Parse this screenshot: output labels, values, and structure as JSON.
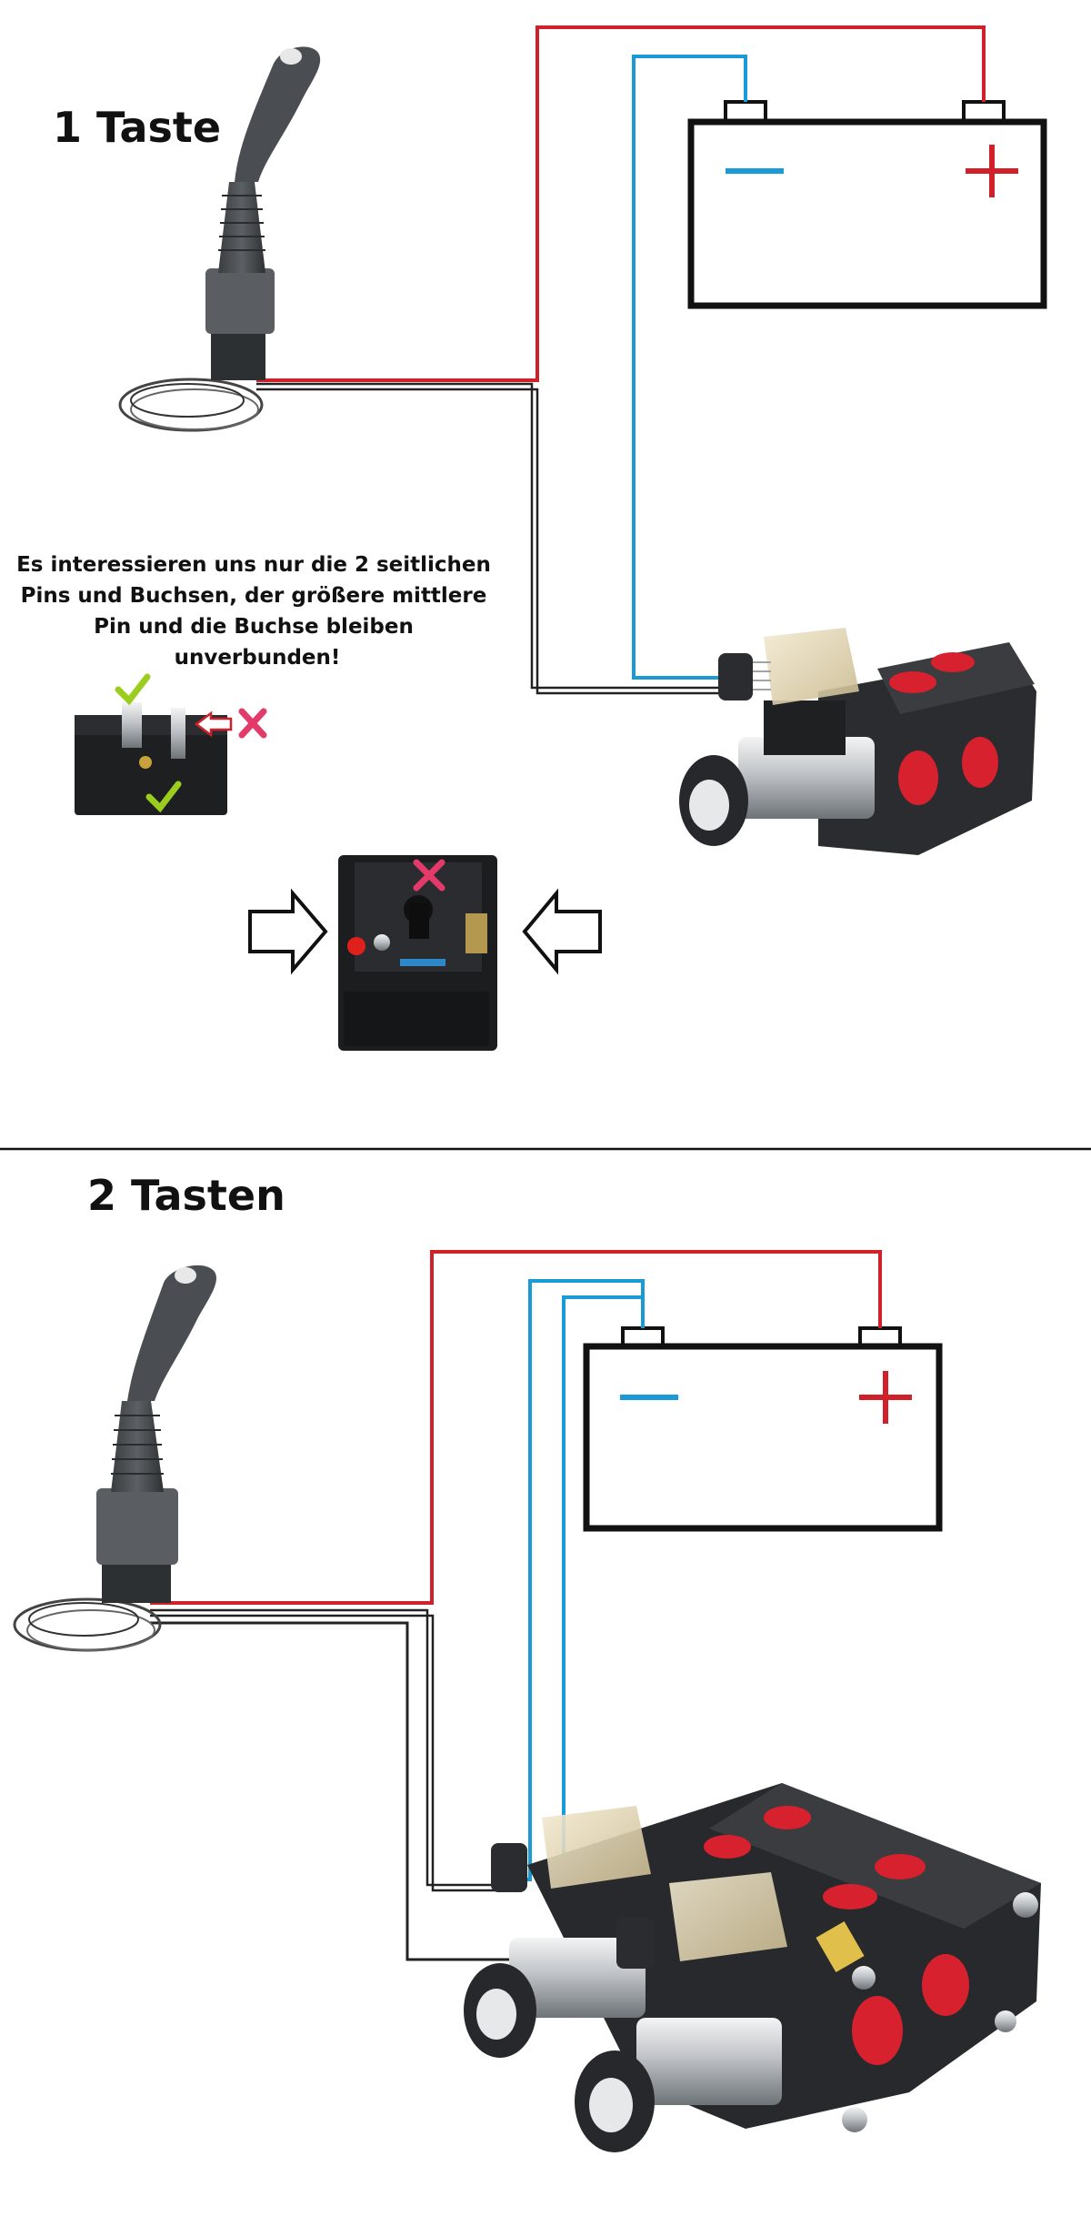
{
  "section1": {
    "title": "1 Taste",
    "battery_minus": "−",
    "battery_plus": "+"
  },
  "section2": {
    "title": "2 Tasten",
    "battery_minus": "−",
    "battery_plus": "+"
  },
  "note": {
    "lines": [
      "Es interessieren uns nur die 2 seitlichen",
      "Pins und Buchsen,  der größere mittlere",
      "Pin und die Buchse bleiben",
      "unverbunden!"
    ]
  },
  "colors": {
    "positive_wire": "#d0202a",
    "negative_wire": "#1a9ad6",
    "signal_wire": "#222222",
    "valve_red": "#d8212e",
    "check_green": "#9acd1e",
    "cross_pink": "#e33a6a"
  },
  "icons": [
    "joystick-icon",
    "battery-icon",
    "solenoid-valve-icon",
    "connector-plug-icon",
    "check-icon",
    "cross-icon",
    "arrow-right-icon",
    "arrow-left-icon"
  ]
}
